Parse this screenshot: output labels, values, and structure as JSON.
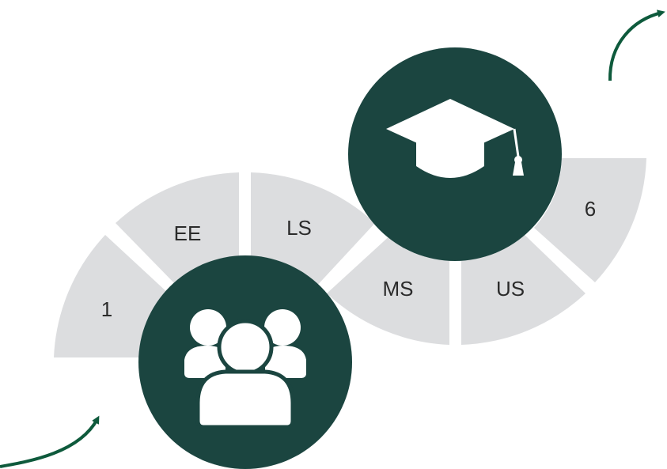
{
  "colors": {
    "segment": "#DCDDDF",
    "circle": "#1B4540",
    "arrow": "#0E5A3C",
    "icon": "#FFFFFF"
  },
  "segments": [
    {
      "label": "1"
    },
    {
      "label": "EE"
    },
    {
      "label": "LS"
    },
    {
      "label": "MS"
    },
    {
      "label": "US"
    },
    {
      "label": "6"
    }
  ],
  "icons": {
    "left_circle": "group-of-people-icon",
    "right_circle": "graduation-cap-icon",
    "start_arrow": "curved-arrow-icon",
    "end_arrow": "curved-arrow-icon"
  }
}
